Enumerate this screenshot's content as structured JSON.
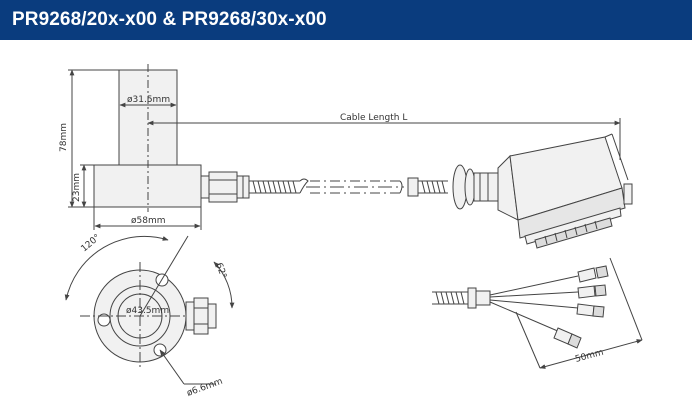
{
  "header": {
    "title": "PR9268/20x-x00 & PR9268/30x-x00"
  },
  "colors": {
    "header_bg": "#0a3c7e",
    "header_text": "#ffffff",
    "line": "#444444",
    "body_fill": "#f1f1f1"
  },
  "dimensions": {
    "shaft_diameter": "ø31.5mm",
    "total_height": "78mm",
    "base_height": "23mm",
    "base_diameter": "ø58mm",
    "cable_length": "Cable Length L",
    "angle_120": "120°",
    "angle_62": "62°",
    "bolt_circle": "ø43.5mm",
    "hole_diameter": "ø6.6mm",
    "lead_length": "50mm"
  }
}
